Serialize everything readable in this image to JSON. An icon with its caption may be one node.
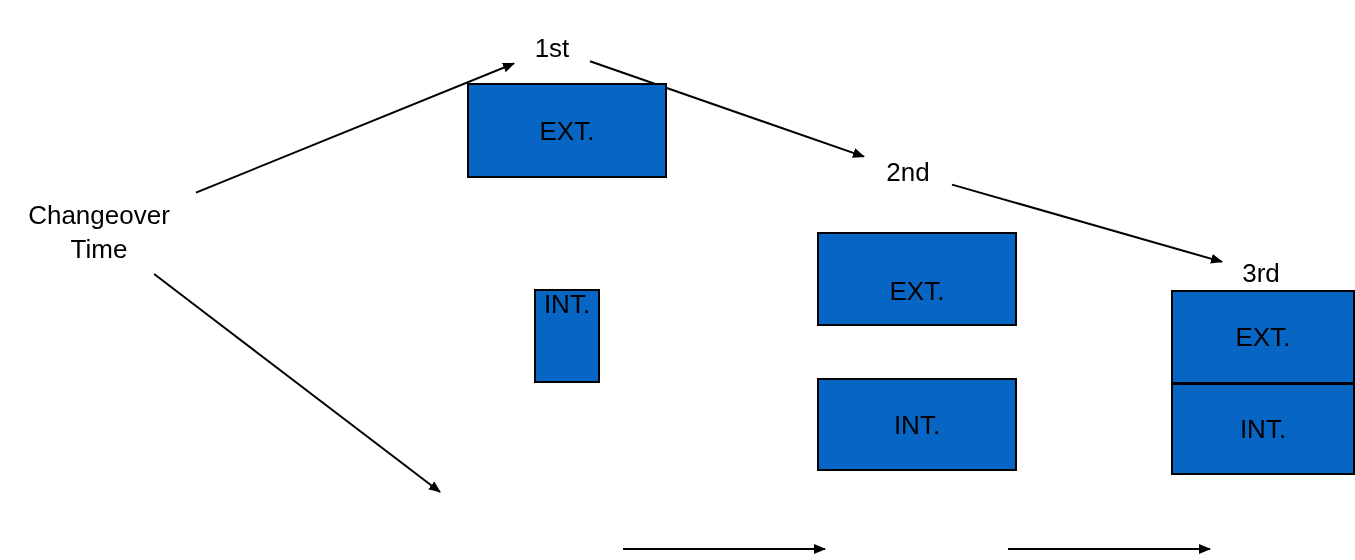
{
  "diagram": {
    "nodes": [
      {
        "text": [
          "Changeover Time"
        ]
      },
      {
        "text": [
          "1st"
        ]
      },
      {
        "text": [
          "EXT."
        ]
      },
      {
        "text": [
          "INT."
        ]
      },
      {
        "text": [
          "2nd"
        ]
      },
      {
        "text": [
          "EXT."
        ]
      },
      {
        "text": [
          "INT."
        ]
      },
      {
        "text": [
          "3rd"
        ]
      },
      {
        "text": [
          "EXT."
        ]
      },
      {
        "text": [
          "INT."
        ]
      }
    ],
    "edges": [
      {
        "from": 0,
        "to": 1,
        "arrow": "to"
      },
      {
        "from": 0,
        "to": null,
        "arrow": "to"
      },
      {
        "from": 1,
        "to": 4,
        "arrow": "to"
      },
      {
        "from": 4,
        "to": 7,
        "arrow": "to"
      }
    ]
  }
}
